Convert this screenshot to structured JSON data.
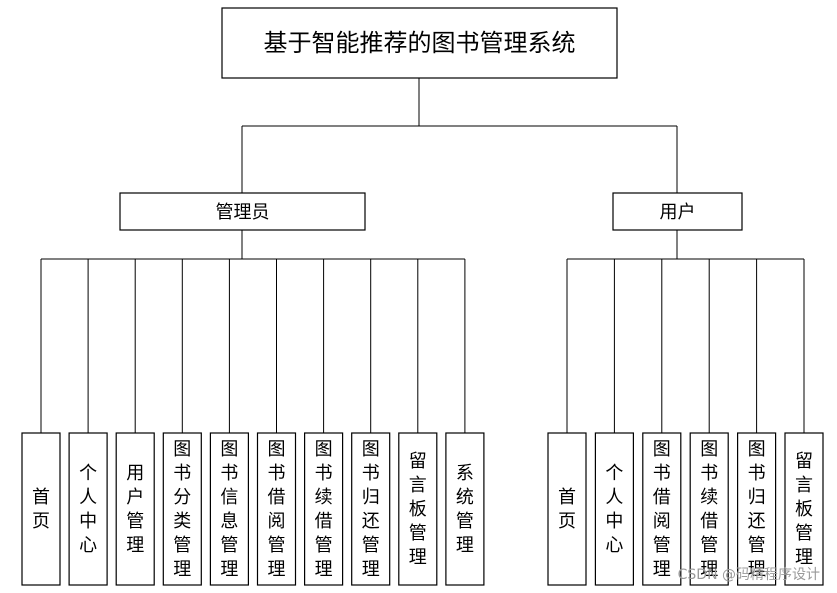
{
  "root": {
    "label": "基于智能推荐的图书管理系统"
  },
  "branches": [
    {
      "label": "管理员",
      "children": [
        "首页",
        "个人中心",
        "用户管理",
        "图书分类管理",
        "图书信息管理",
        "图书借阅管理",
        "图书续借管理",
        "图书归还管理",
        "留言板管理",
        "系统管理"
      ]
    },
    {
      "label": "用户",
      "children": [
        "首页",
        "个人中心",
        "图书借阅管理",
        "图书续借管理",
        "图书归还管理",
        "留言板管理"
      ]
    }
  ],
  "watermark": "CSDN @码精程序设计"
}
